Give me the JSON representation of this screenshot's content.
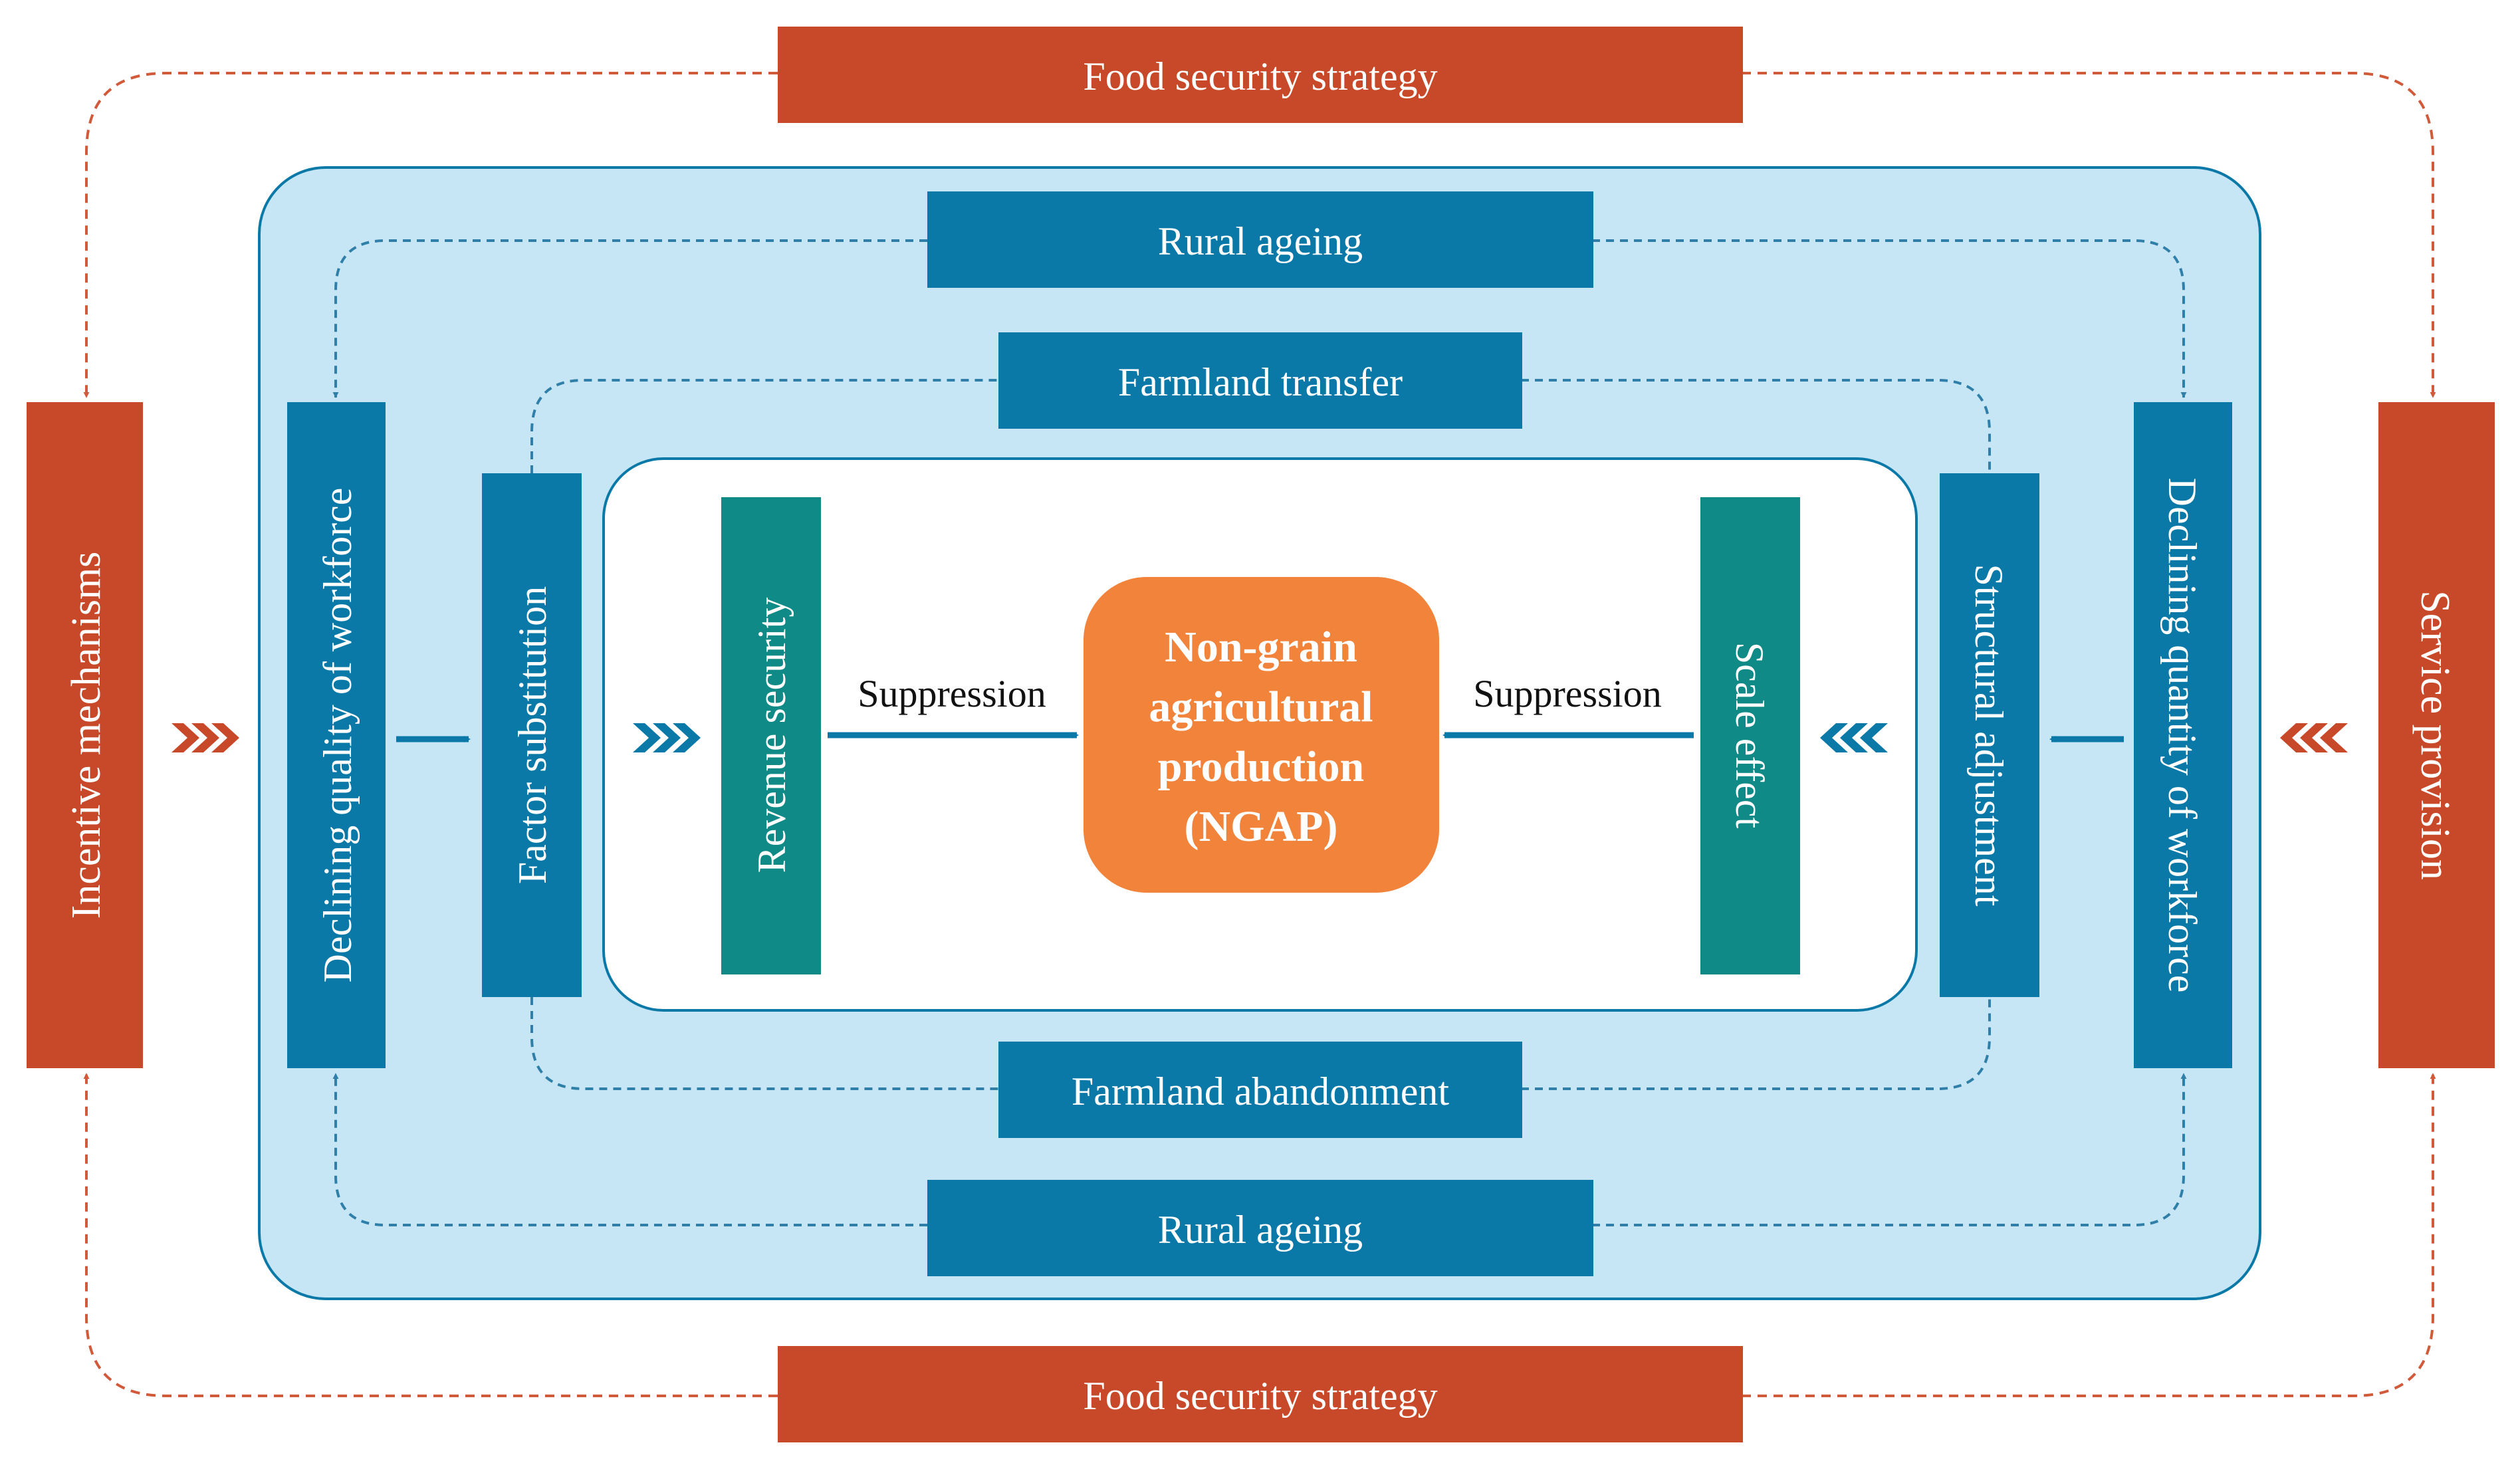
{
  "colors": {
    "red": "#c8492a",
    "blue": "#0a79a8",
    "teal": "#0f8a87",
    "orange": "#f2833b",
    "light_blue": "#c6e6f5",
    "dashed_red": "#d05a3a",
    "dashed_blue": "#2f7fa8"
  },
  "outer": {
    "top": "Food security strategy",
    "bottom": "Food security strategy",
    "left": "Incentive mechanisms",
    "right": "Service provision"
  },
  "middle": {
    "top": "Rural ageing",
    "bottom": "Rural ageing",
    "left": "Declining quality of workforce",
    "right": "Declining quantity of workforce"
  },
  "inner": {
    "top": "Farmland transfer",
    "bottom": "Farmland abandonment",
    "left": "Factor substitution",
    "right": "Structural adjustment"
  },
  "core": {
    "left": "Revenue security",
    "right": "Scale effect",
    "center_lines": [
      "Non-grain",
      "agricultural",
      "production",
      "(NGAP)"
    ],
    "left_arrow_label": "Suppression",
    "right_arrow_label": "Suppression"
  }
}
